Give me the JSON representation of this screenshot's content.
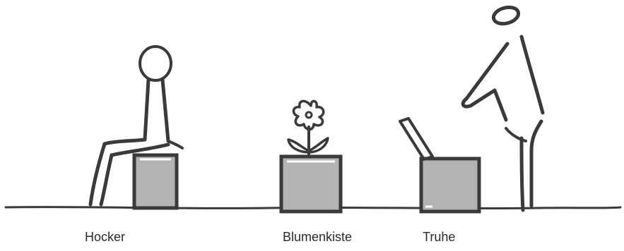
{
  "captions": {
    "hocker": "Hocker",
    "blumenkiste": "Blumenkiste",
    "truhe": "Truhe"
  },
  "colors": {
    "ink": "#3a3a3a",
    "box_fill": "#b3b3b3",
    "background": "#ffffff"
  }
}
